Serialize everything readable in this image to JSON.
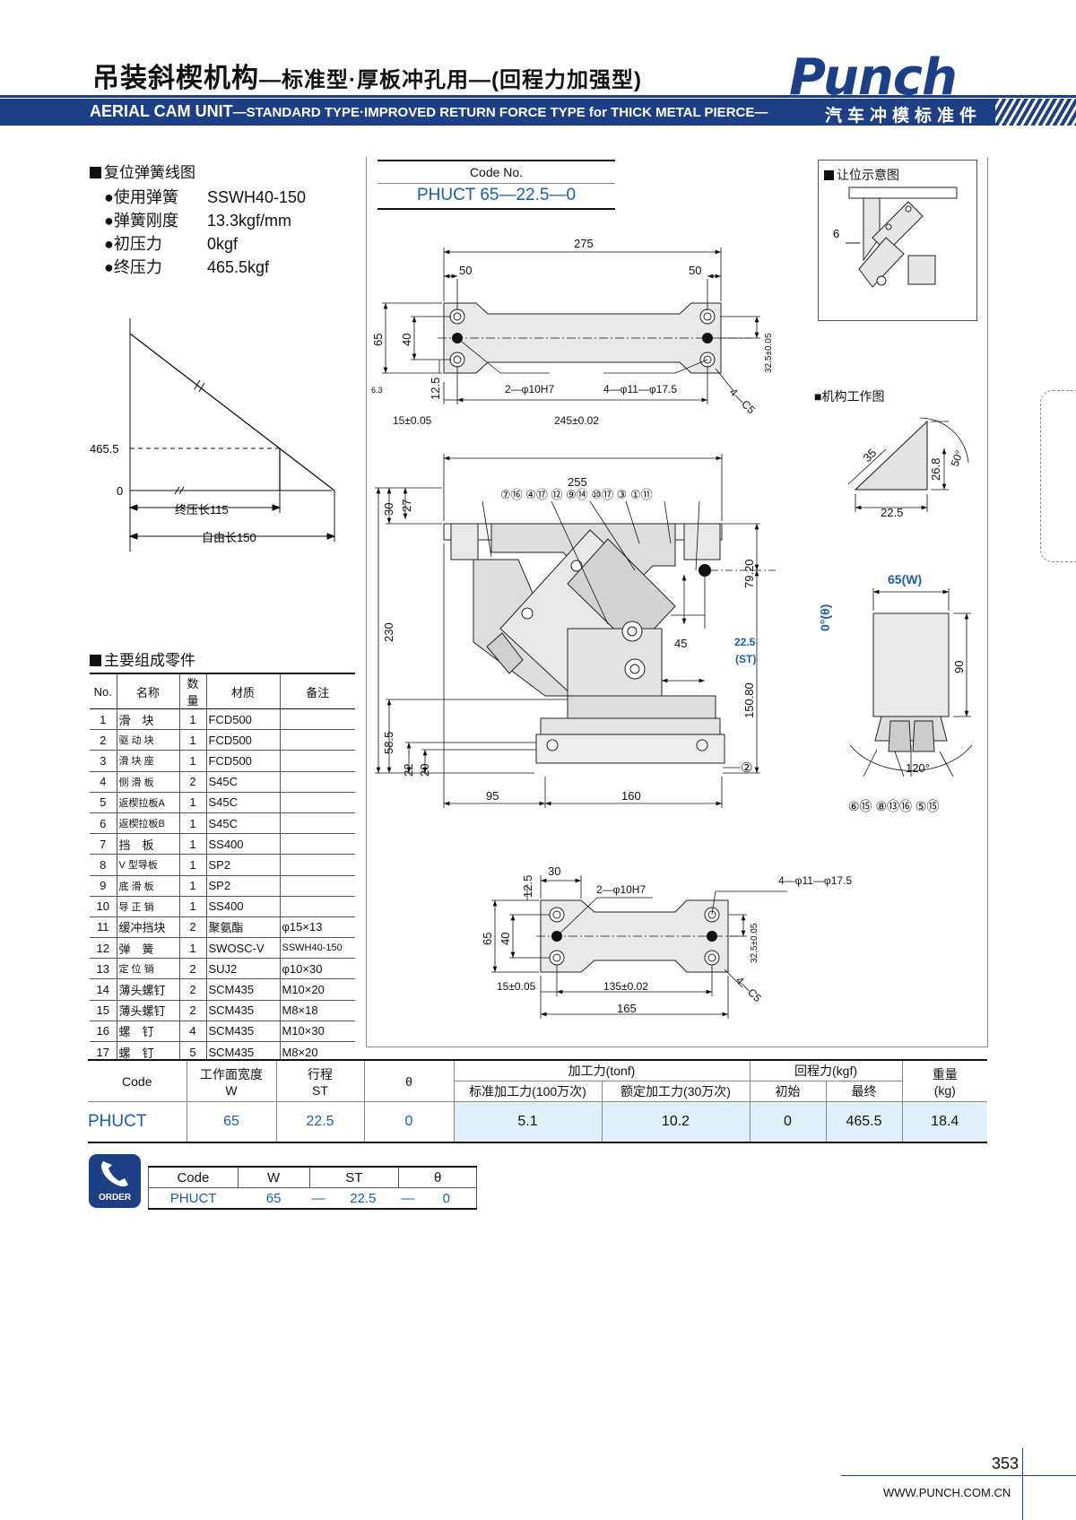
{
  "header": {
    "title_cn_main": "吊装斜楔机构",
    "title_cn_sub": "—标准型·厚板冲孔用—(回程力加强型)",
    "title_en_main": "AERIAL CAM UNIT",
    "title_en_sub": "—STANDARD TYPE·IMPROVED RETURN FORCE TYPE for THICK METAL PIERCE—",
    "logo_text": "Punch",
    "logo_sub": "汽车冲模标准件"
  },
  "spring": {
    "heading": "复位弹簧线图",
    "items": [
      {
        "key": "●使用弹簧",
        "value": "SSWH40-150"
      },
      {
        "key": "●弹簧刚度",
        "value": "13.3kgf/mm"
      },
      {
        "key": "●初压力",
        "value": "0kgf"
      },
      {
        "key": "●终压力",
        "value": "465.5kgf"
      }
    ],
    "graph": {
      "y_mark": "465.5",
      "y_zero": "0",
      "label_final": "终压长115",
      "label_free": "自由长150"
    }
  },
  "parts": {
    "heading": "主要组成零件",
    "columns": [
      "No.",
      "名称",
      "数量",
      "材质",
      "备注"
    ],
    "rows": [
      [
        "1",
        "滑　块",
        "1",
        "FCD500",
        ""
      ],
      [
        "2",
        "驱 动 块",
        "1",
        "FCD500",
        ""
      ],
      [
        "3",
        "滑 块 座",
        "1",
        "FCD500",
        ""
      ],
      [
        "4",
        "侧 滑 板",
        "2",
        "S45C",
        ""
      ],
      [
        "5",
        "返楔拉板A",
        "1",
        "S45C",
        ""
      ],
      [
        "6",
        "返楔拉板B",
        "1",
        "S45C",
        ""
      ],
      [
        "7",
        "挡　板",
        "1",
        "SS400",
        ""
      ],
      [
        "8",
        "V 型导板",
        "1",
        "SP2",
        ""
      ],
      [
        "9",
        "底 滑 板",
        "1",
        "SP2",
        ""
      ],
      [
        "10",
        "导 正 销",
        "1",
        "SS400",
        ""
      ],
      [
        "11",
        "缓冲挡块",
        "2",
        "聚氨酯",
        "φ15×13"
      ],
      [
        "12",
        "弹　簧",
        "1",
        "SWOSC-V",
        "SSWH40-150"
      ],
      [
        "13",
        "定 位 销",
        "2",
        "SUJ2",
        "φ10×30"
      ],
      [
        "14",
        "薄头螺钉",
        "2",
        "SCM435",
        "M10×20"
      ],
      [
        "15",
        "薄头螺钉",
        "2",
        "SCM435",
        "M8×18"
      ],
      [
        "16",
        "螺　钉",
        "4",
        "SCM435",
        "M10×30"
      ],
      [
        "17",
        "螺　钉",
        "5",
        "SCM435",
        "M8×20"
      ]
    ]
  },
  "drawing": {
    "code_label": "Code No.",
    "code_value": "PHUCT 65—22.5—0",
    "clearance_heading": "让位示意图",
    "work_heading": "机构工作图",
    "top": {
      "d275": "275",
      "d50a": "50",
      "d50b": "50",
      "d65": "65",
      "d40": "40",
      "d125": "12.5",
      "d15": "15±0.05",
      "d245": "245±0.02",
      "hole1": "2—φ10H7",
      "hole2": "4—φ11—φ17.5",
      "d325": "32.5±0.05",
      "c5": "4—C5",
      "r63": "6.3"
    },
    "front": {
      "d255": "255",
      "d30": "30",
      "d27": "27",
      "d230": "230",
      "d585": "58.5",
      "d22": "22",
      "d20": "20",
      "d95": "95",
      "d160": "160",
      "d7920": "79.20",
      "d15080": "150.80",
      "d45": "45",
      "st": "22.5",
      "st_lbl": "(ST)",
      "theta": "0°(θ)",
      "balloons": "⑦⑯ ④⑰ ⑫ ⑨⑭ ⑩⑰ ③ ①⑪",
      "b2": "②"
    },
    "side": {
      "w": "65(W)",
      "d90": "90",
      "ang": "120°",
      "balloons": "⑥⑮ ⑧⑬⑯ ⑤⑮"
    },
    "work": {
      "d35": "35",
      "d268": "26.8",
      "d50": "50°",
      "d225": "22.5"
    },
    "clear": {
      "d6": "6"
    },
    "bottom": {
      "d30": "30",
      "d125": "12.5",
      "d65": "65",
      "d40": "40",
      "d15": "15±0.05",
      "d135": "135±0.02",
      "d165": "165",
      "hole1": "2—φ10H7",
      "hole2": "4—φ11—φ17.5",
      "d325": "32.5±0.05",
      "c5": "4—C5"
    }
  },
  "spec_table": {
    "h_code": "Code",
    "h_w": "工作面宽度",
    "h_w2": "W",
    "h_st": "行程",
    "h_st2": "ST",
    "h_theta": "θ",
    "h_force": "加工力(tonf)",
    "h_force_std": "标准加工力(100万次)",
    "h_force_rated": "额定加工力(30万次)",
    "h_return": "回程力(kgf)",
    "h_ret_init": "初始",
    "h_ret_final": "最终",
    "h_weight": "重量",
    "h_weight2": "(kg)",
    "row": {
      "code": "PHUCT",
      "w": "65",
      "st": "22.5",
      "theta": "0",
      "std": "5.1",
      "rated": "10.2",
      "init": "0",
      "final": "465.5",
      "weight": "18.4"
    }
  },
  "order": {
    "badge": "ORDER",
    "cols": [
      "Code",
      "W",
      "",
      "ST",
      "",
      "θ"
    ],
    "vals": [
      "PHUCT",
      "65",
      "—",
      "22.5",
      "—",
      "0"
    ]
  },
  "footer": {
    "page": "353",
    "url": "WWW.PUNCH.COM.CN"
  }
}
